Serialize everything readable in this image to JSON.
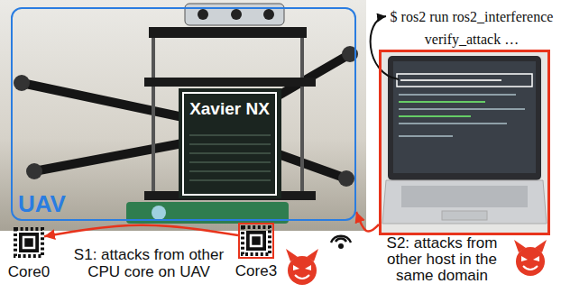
{
  "diagram": {
    "nodes": [
      {
        "text": [
          "UAV"
        ]
      },
      {
        "text": [
          "Xavier NX"
        ],
        "in": 0
      },
      {
        "text": [
          "S2: attacks from other host in the same domain"
        ]
      },
      {
        "text": [
          "Core0"
        ]
      },
      {
        "text": [
          "Core3"
        ]
      }
    ],
    "edges": [
      {
        "from": 2,
        "to": 0,
        "arrow": "to"
      },
      {
        "from": 4,
        "to": 3,
        "arrow": "to",
        "label": "S1: attacks from other CPU core on UAV"
      }
    ],
    "labels": [
      "$ ros2 run ros2_interference verify_attack …"
    ]
  }
}
